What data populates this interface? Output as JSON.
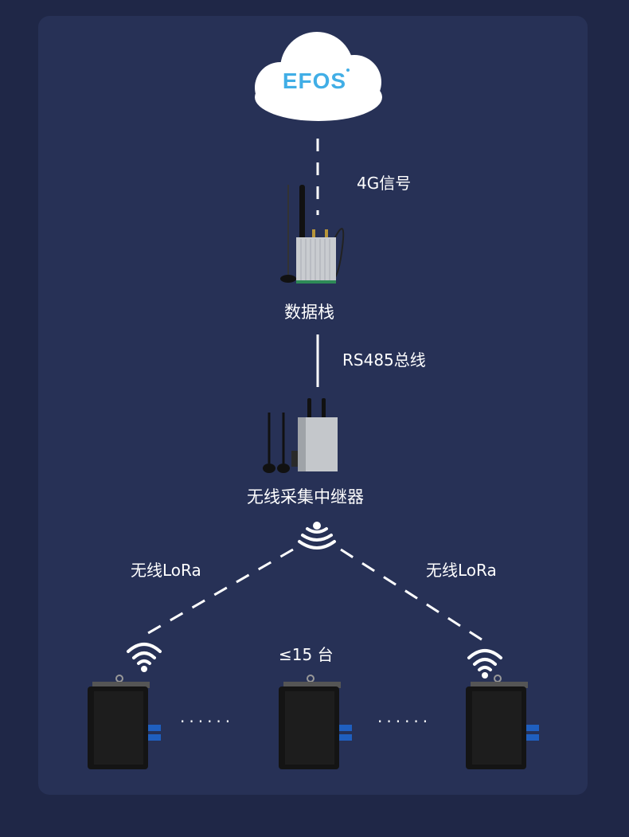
{
  "cloud": {
    "logo_text": "EFOS"
  },
  "links": {
    "cloud_to_gateway": "4G信号",
    "gateway_to_repeater": "RS485总线",
    "repeater_to_left": "无线LoRa",
    "repeater_to_right": "无线LoRa"
  },
  "nodes": {
    "gateway": "数据栈",
    "repeater": "无线采集中继器",
    "device_count": "≤15 台",
    "ellipsis": "······"
  },
  "colors": {
    "background": "#1f2747",
    "panel": "#273156",
    "cloud_logo": "#41aee6",
    "line": "#ffffff"
  }
}
